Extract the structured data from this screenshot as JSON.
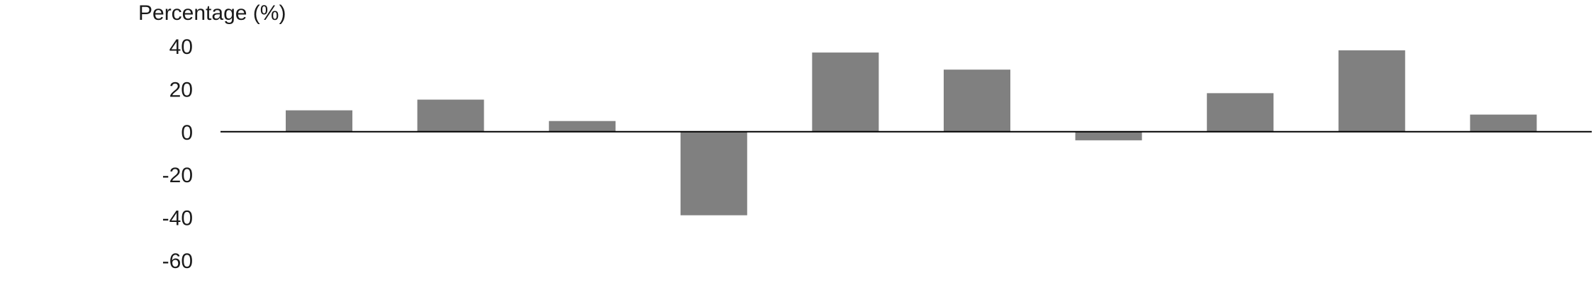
{
  "chart_data": {
    "type": "bar",
    "title": "",
    "xlabel": "",
    "ylabel": "Percentage (%)",
    "ylim": [
      -60,
      40
    ],
    "yticks": [
      40,
      20,
      0,
      -20,
      -40,
      -60
    ],
    "grid": false,
    "legend": "none",
    "series": [
      {
        "values": [
          10,
          15,
          5,
          -39,
          37,
          29,
          -4,
          18,
          38,
          8
        ],
        "color": "#808080"
      }
    ]
  }
}
